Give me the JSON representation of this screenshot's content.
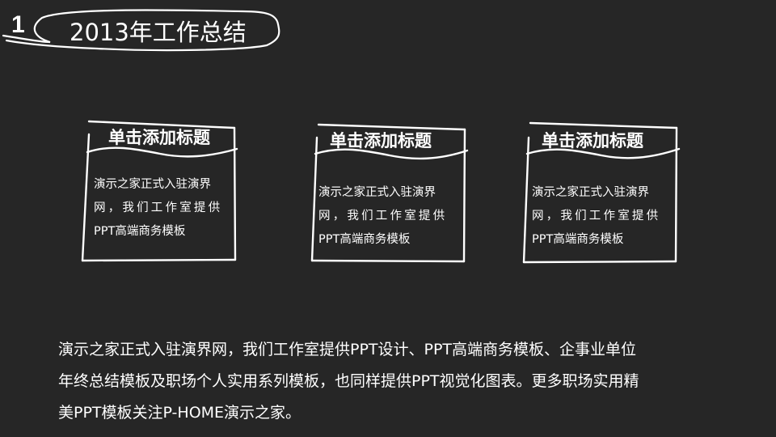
{
  "header": {
    "section_number": "1",
    "title": "2013年工作总结"
  },
  "cards": [
    {
      "title": "单击添加标题",
      "body_lines": [
        "演示之家正式入驻演界",
        "网，我们工作室提供",
        "PPT高端商务模板"
      ]
    },
    {
      "title": "单击添加标题",
      "body_lines": [
        "演示之家正式入驻演界",
        "网，我们工作室提供",
        "PPT高端商务模板"
      ]
    },
    {
      "title": "单击添加标题",
      "body_lines": [
        "演示之家正式入驻演界",
        "网，我们工作室提供",
        "PPT高端商务模板"
      ]
    }
  ],
  "description": {
    "lines": [
      "演示之家正式入驻演界网，我们工作室提供PPT设计、PPT高端商务模板、企事业单位",
      "年终总结模板及职场个人实用系列模板，也同样提供PPT视觉化图表。更多职场实用精",
      "美PPT模板关注P-HOME演示之家。"
    ]
  },
  "colors": {
    "background": "#262626",
    "foreground": "#ffffff"
  }
}
